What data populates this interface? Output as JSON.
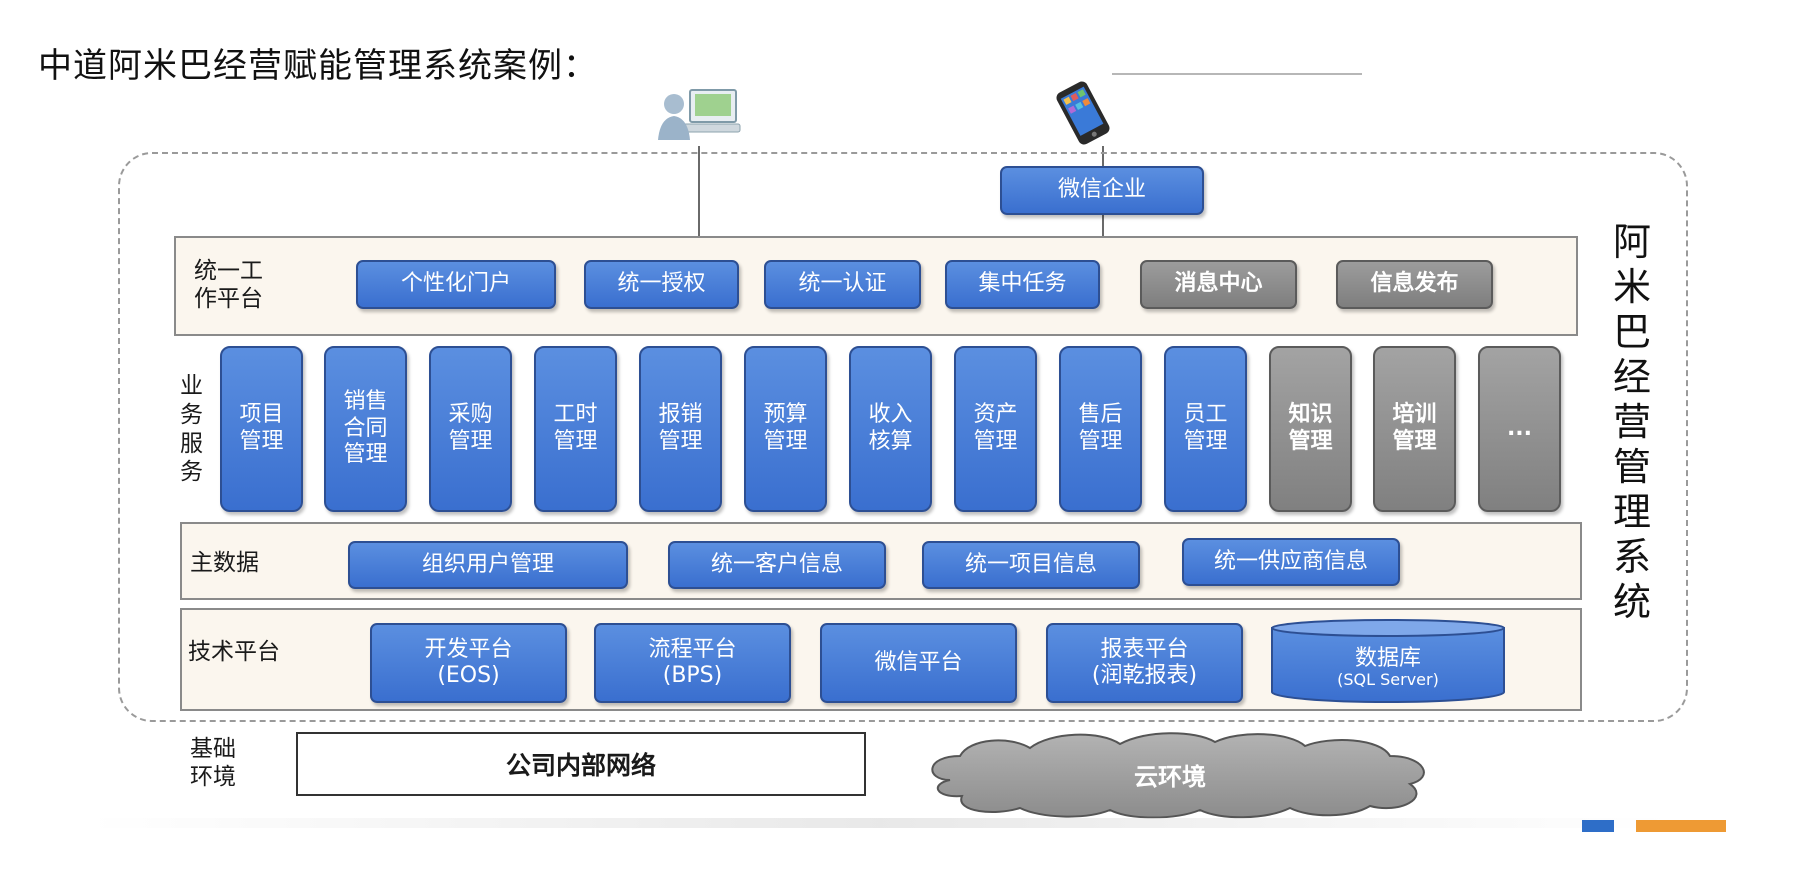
{
  "title": "中道阿米巴经营赋能管理系统案例：",
  "top_node": {
    "label": "微信企业"
  },
  "platform_layer": {
    "label": "统一工\n作平台",
    "items": [
      {
        "label": "个性化门户",
        "style": "blue"
      },
      {
        "label": "统一授权",
        "style": "blue"
      },
      {
        "label": "统一认证",
        "style": "blue"
      },
      {
        "label": "集中任务",
        "style": "blue"
      },
      {
        "label": "消息中心",
        "style": "gray"
      },
      {
        "label": "信息发布",
        "style": "gray"
      }
    ]
  },
  "business_layer": {
    "label": "业\n务\n服\n务",
    "items": [
      {
        "label": "项目\n管理",
        "style": "blue"
      },
      {
        "label": "销售\n合同\n管理",
        "style": "blue"
      },
      {
        "label": "采购\n管理",
        "style": "blue"
      },
      {
        "label": "工时\n管理",
        "style": "blue"
      },
      {
        "label": "报销\n管理",
        "style": "blue"
      },
      {
        "label": "预算\n管理",
        "style": "blue"
      },
      {
        "label": "收入\n核算",
        "style": "blue"
      },
      {
        "label": "资产\n管理",
        "style": "blue"
      },
      {
        "label": "售后\n管理",
        "style": "blue"
      },
      {
        "label": "员工\n管理",
        "style": "blue"
      },
      {
        "label": "知识\n管理",
        "style": "gray"
      },
      {
        "label": "培训\n管理",
        "style": "gray"
      },
      {
        "label": "...",
        "style": "gray"
      }
    ]
  },
  "master_data_layer": {
    "label": "主数据",
    "items": [
      {
        "label": "组织用户管理"
      },
      {
        "label": "统一客户信息"
      },
      {
        "label": "统一项目信息"
      },
      {
        "label": "统一供应商信息"
      }
    ]
  },
  "tech_layer": {
    "label": "技术平台",
    "items": [
      {
        "label": "开发平台\n(EOS)"
      },
      {
        "label": "流程平台\n(BPS)"
      },
      {
        "label": "微信平台"
      },
      {
        "label": "报表平台\n(润乾报表)"
      }
    ],
    "database": {
      "label": "数据库",
      "sub": "(SQL Server)"
    }
  },
  "infra_layer": {
    "label": "基础\n环境",
    "network": "公司内部网络",
    "cloud": "云环境"
  },
  "vertical_title": "阿米巴经营管理系统",
  "colors": {
    "blue": "#3a6fcf",
    "gray": "#808080",
    "band": "#fbf6ee",
    "legend_blue": "#2e6ec8",
    "legend_orange": "#ee9a34"
  },
  "icons": {
    "desktop": "computer-user-icon",
    "phone": "smartphone-icon"
  }
}
